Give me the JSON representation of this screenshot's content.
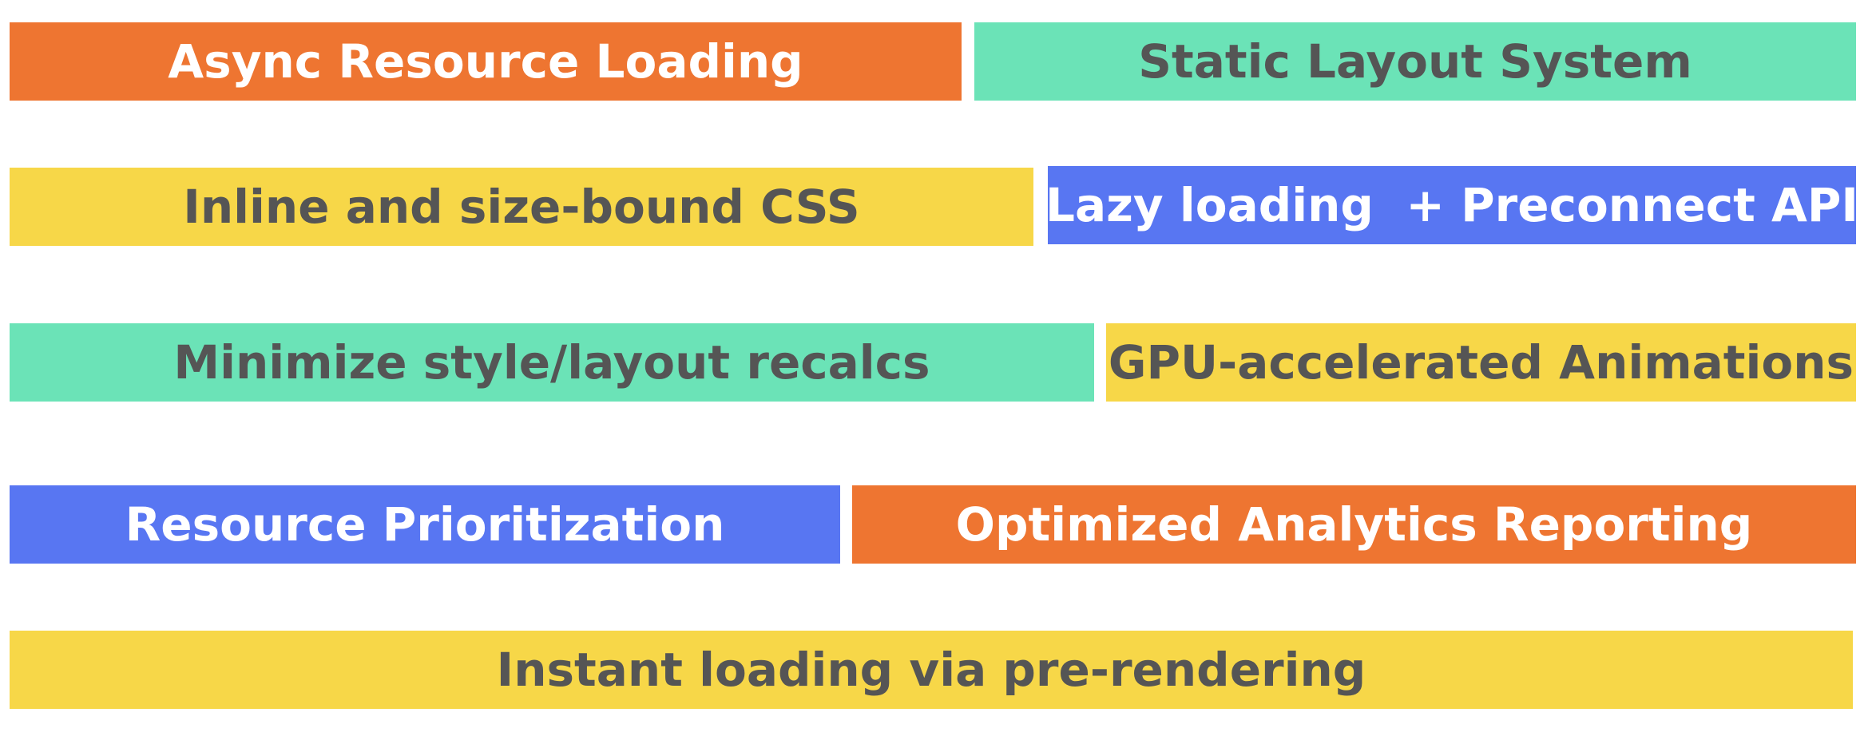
{
  "blocks": {
    "async_resource_loading": "Async Resource Loading",
    "static_layout_system": "Static Layout System",
    "inline_css": "Inline and size-bound CSS",
    "lazy_loading": "Lazy loading  + Preconnect API",
    "minimize_recalcs": "Minimize style/layout recalcs",
    "gpu_animations": "GPU-accelerated Animations",
    "resource_prioritization": "Resource Prioritization",
    "optimized_analytics": "Optimized Analytics Reporting",
    "instant_loading": "Instant loading via pre-rendering"
  },
  "colors": {
    "orange": "#EE7531",
    "teal": "#6BE3B7",
    "yellow": "#F7D748",
    "blue": "#5876F2",
    "dark_text": "#555555",
    "light_text": "#FFFFFF"
  }
}
